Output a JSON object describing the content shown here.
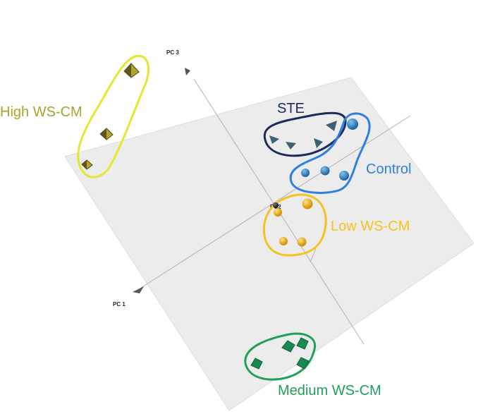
{
  "chart_data": {
    "type": "scatter",
    "title": "",
    "axes": {
      "pc1": "PC 1",
      "pc2": "PC2",
      "pc3": "PC 3"
    },
    "groups": [
      {
        "key": "high",
        "label": "High WS-CM",
        "marker": "pyramid",
        "color": "#e6e62e",
        "label_color": "#a6a62a",
        "fill": "#8a7f1e"
      },
      {
        "key": "ste",
        "label": "STE",
        "marker": "triangle",
        "color": "#1b2c5c",
        "label_color": "#1b2c5c",
        "fill": "#3e6073"
      },
      {
        "key": "control",
        "label": "Control",
        "marker": "sphere",
        "color": "#2f7fe0",
        "label_color": "#2f7fe0",
        "fill": "#1f6fae"
      },
      {
        "key": "low",
        "label": "Low WS-CM",
        "marker": "sphere",
        "color": "#f5c21e",
        "label_color": "#f5c21e",
        "fill": "#f0a800"
      },
      {
        "key": "medium",
        "label": "Medium WS-CM",
        "marker": "cube",
        "color": "#1fa05a",
        "label_color": "#1fa05a",
        "fill": "#178a50"
      }
    ]
  }
}
